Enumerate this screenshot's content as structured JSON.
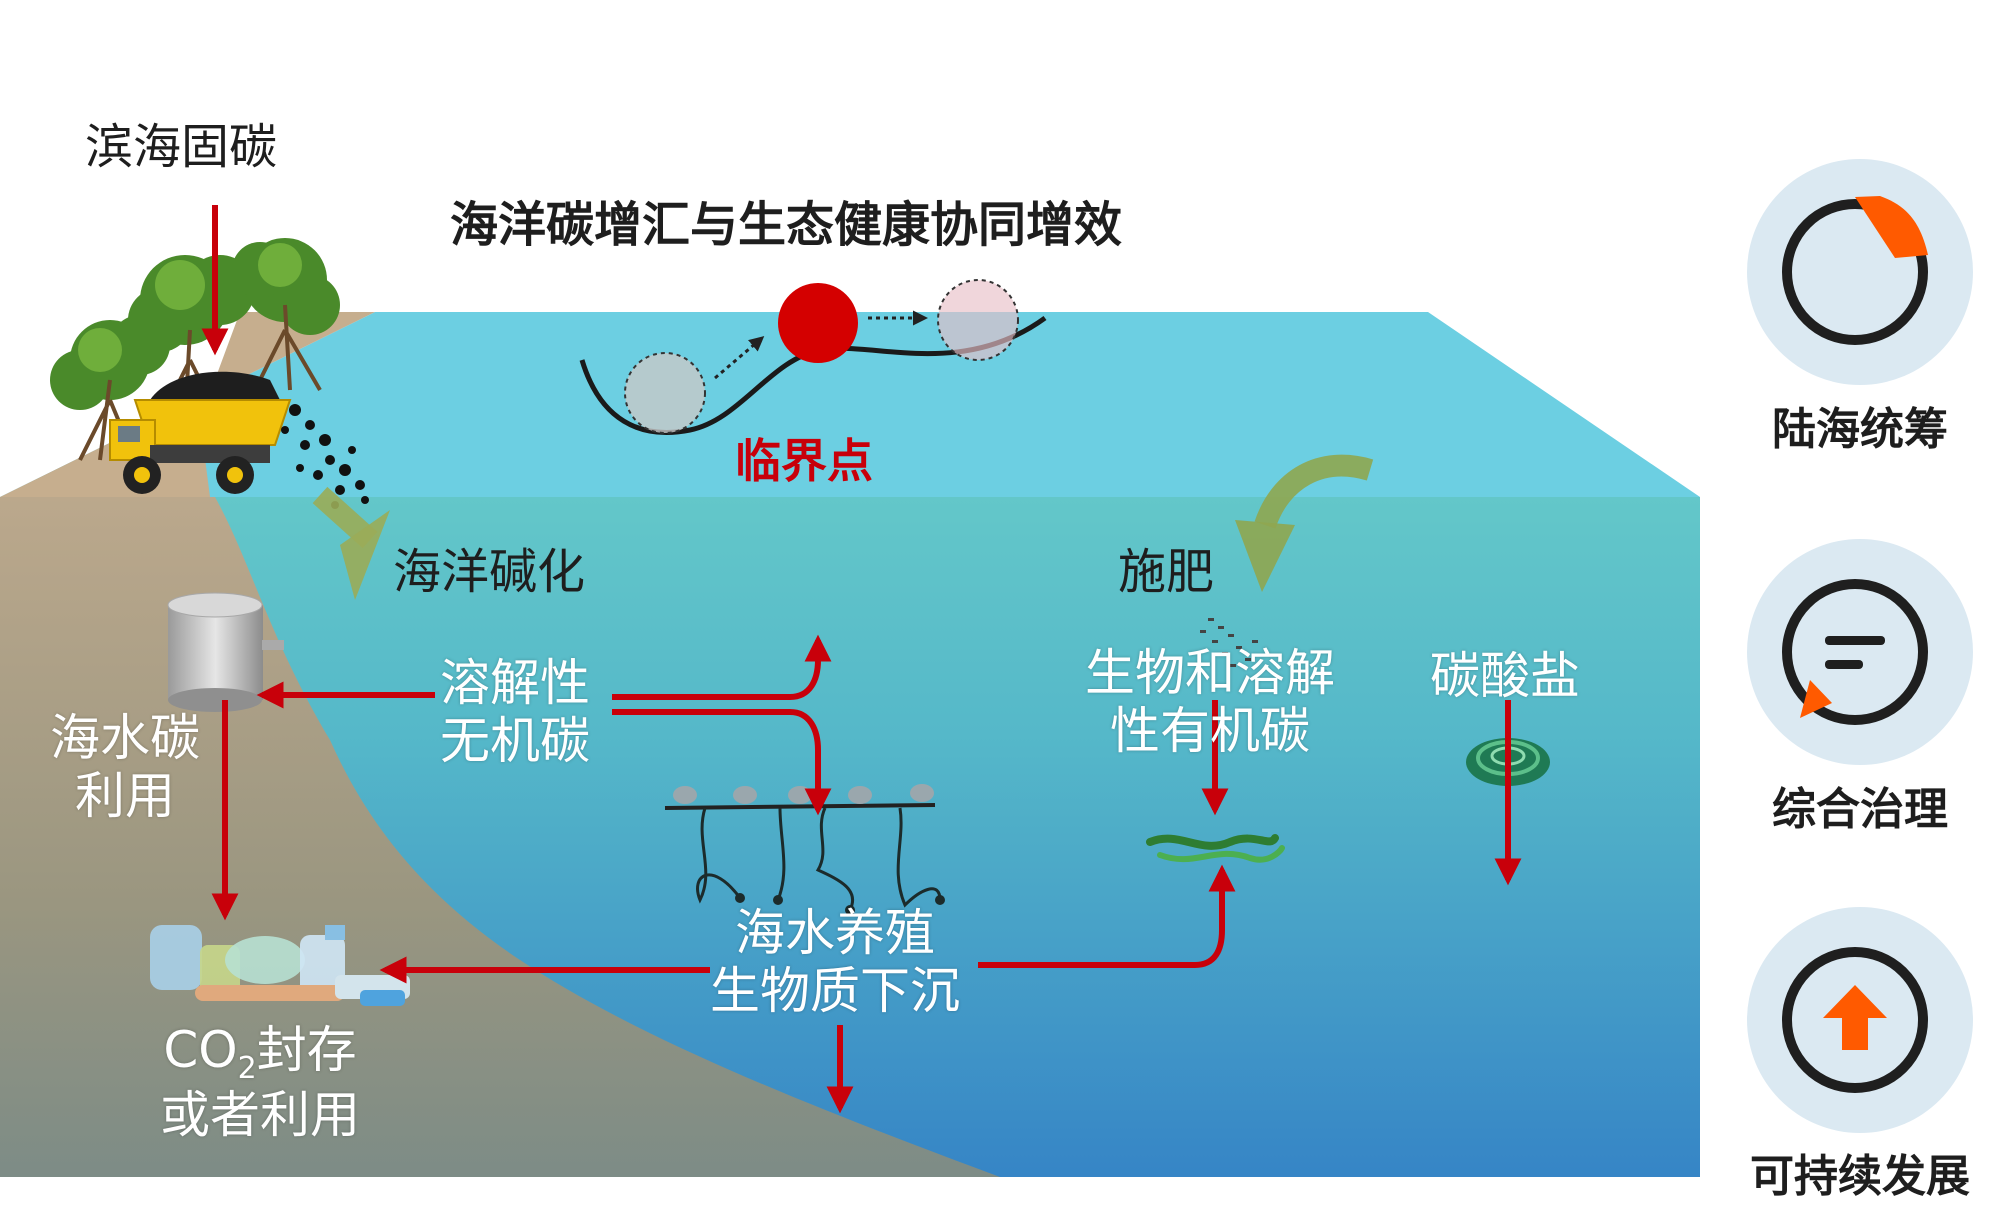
{
  "title": "海洋碳增汇与生态健康协同增效",
  "labels": {
    "coastal_sequestration": "滨海固碳",
    "tipping_point": "临界点",
    "ocean_alkalization": "海洋碱化",
    "fertilization": "施肥",
    "dic_line1": "溶解性",
    "dic_line2": "无机碳",
    "seawater_carbon_line1": "海水碳",
    "seawater_carbon_line2": "利用",
    "bio_doc_line1": "生物和溶解",
    "bio_doc_line2": "性有机碳",
    "carbonate": "碳酸盐",
    "aquaculture_line1": "海水养殖",
    "aquaculture_line2": "生物质下沉",
    "co2_prefix": "CO",
    "co2_subscript": "2",
    "co2_suffix": "封存",
    "co2_line2": "或者利用"
  },
  "side_panel": [
    {
      "label": "陆海统筹",
      "icon": "clock-icon"
    },
    {
      "label": "综合治理",
      "icon": "message-icon"
    },
    {
      "label": "可持续发展",
      "icon": "arrow-up-icon"
    }
  ],
  "colors": {
    "arrow_red": "#c8000a",
    "ball_red": "#d40000",
    "ocean_top": "#6dd0e4",
    "ocean_deep": "#3a88c8",
    "land": "#b9a88e",
    "accent_orange": "#ff5a00",
    "icon_bg": "#dbe9f2"
  }
}
